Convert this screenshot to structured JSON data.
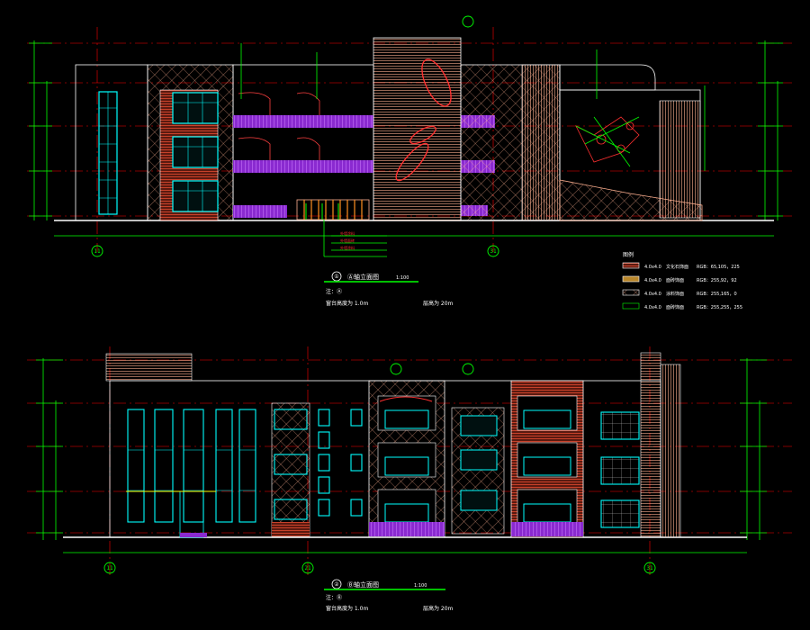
{
  "colors": {
    "background": "#000000",
    "outline": "#ffffff",
    "dimension": "#00ff00",
    "axis": "#ff0000",
    "window": "#00ffff",
    "brick": "#c8412a",
    "tile_pattern": "#ffb090",
    "purple_band": "#b040ff",
    "yellow": "#ffff00",
    "magenta": "#ff00ff"
  },
  "elevation_1": {
    "axis_left": "11",
    "axis_right": "31",
    "title_tag": "①",
    "title": "Ⓐ轴立面图",
    "scale": "1:100",
    "note_line1": "注：Ⓐ",
    "note_line2": "窗台高度为 1.0m",
    "note_line3": "层高为 20m"
  },
  "elevation_2": {
    "axis_left": "11",
    "axis_center": "21",
    "axis_right": "31",
    "title_tag": "②",
    "title": "Ⓑ轴立面图",
    "scale": "1:100",
    "note_line1": "注：Ⓑ",
    "note_line2": "窗台高度为 1.0m",
    "note_line3": "层高为 20m"
  },
  "legend": {
    "title": "图例",
    "items": [
      {
        "code": "4.0x4.0",
        "name": "文化石饰面",
        "rgb": "RGB：65,105，225"
      },
      {
        "code": "4.0x4.0",
        "name": "面砖饰面",
        "rgb": "RGB：255,92，92"
      },
      {
        "code": "4.0x4.0",
        "name": "涂料饰面",
        "rgb": "RGB：255,165，0"
      },
      {
        "code": "4.0x4.0",
        "name": "面砖饰面",
        "rgb": "RGB：255,255，255"
      }
    ]
  }
}
